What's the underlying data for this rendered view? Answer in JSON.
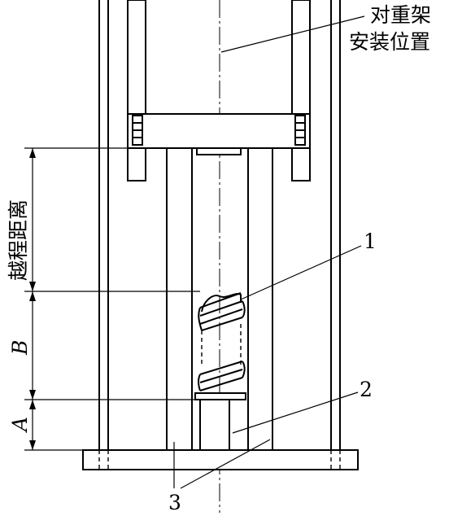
{
  "labels": {
    "counterweight_line1": "对重架",
    "counterweight_line2": "安装位置",
    "overtravel": "越程距离",
    "part1": "1",
    "part2": "2",
    "part3": "3",
    "dim_B": "B",
    "dim_A": "A"
  }
}
